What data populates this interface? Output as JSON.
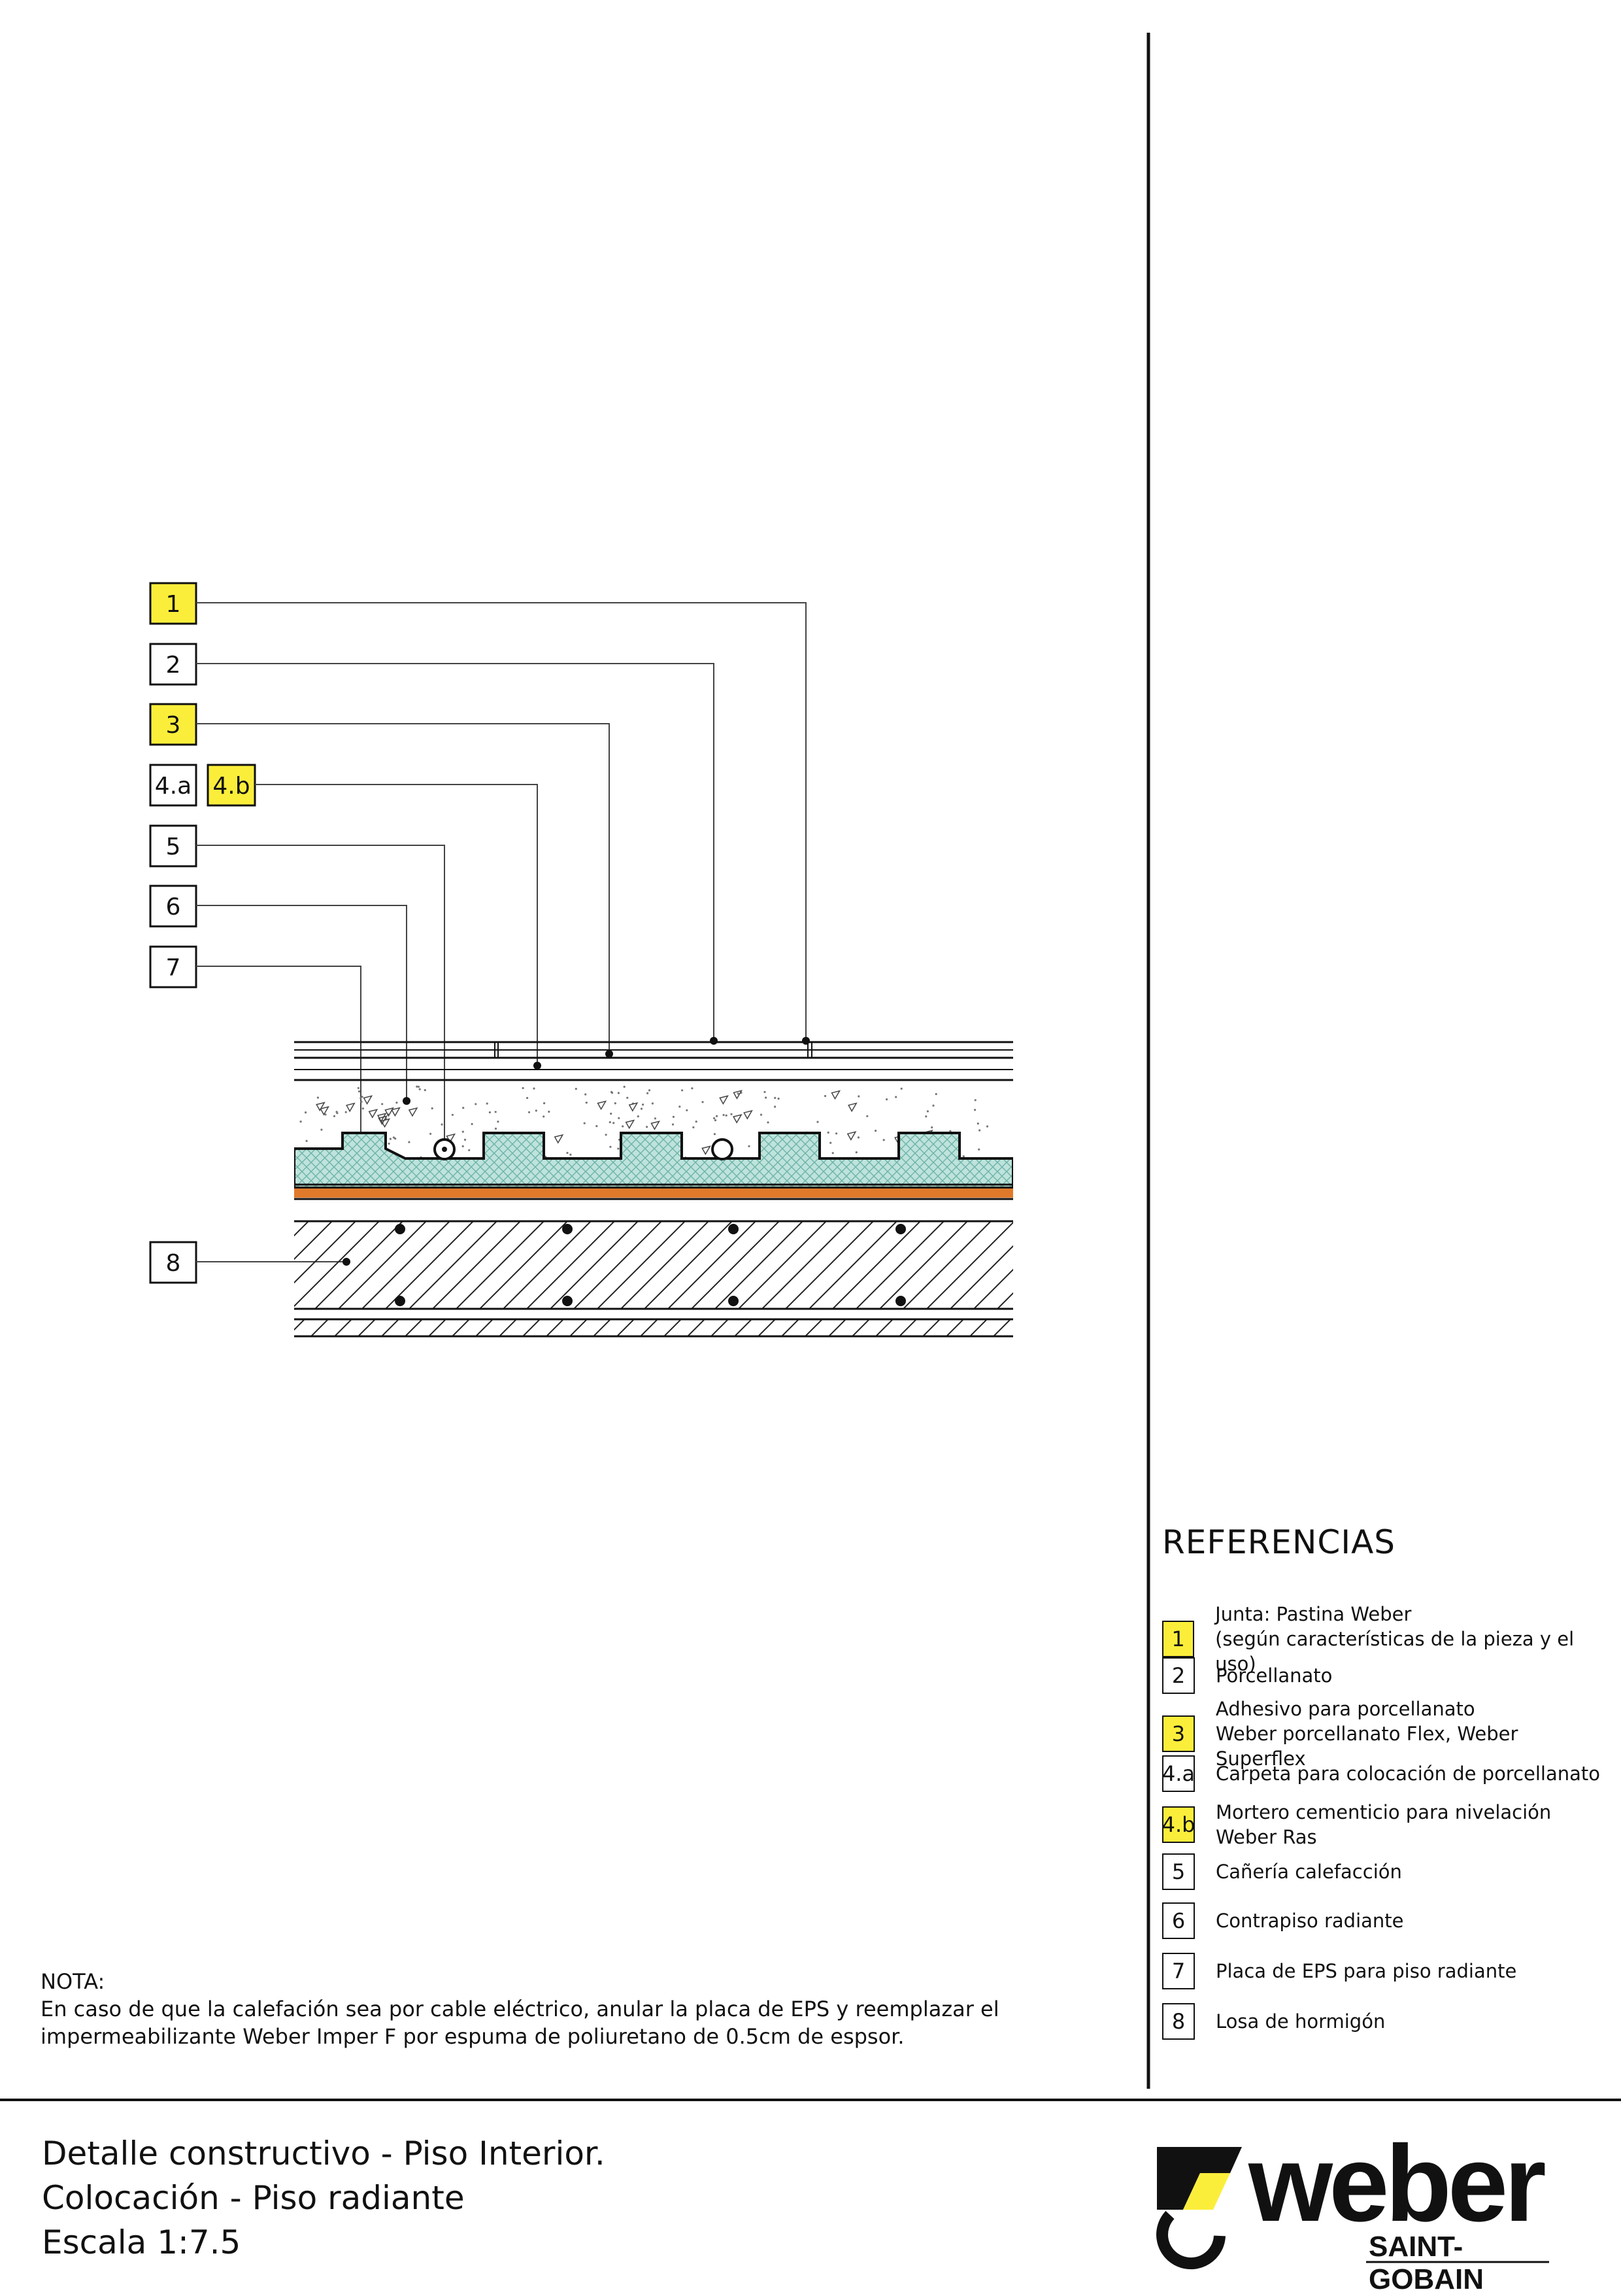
{
  "callouts": [
    {
      "num": "1",
      "highlight": true
    },
    {
      "num": "2",
      "highlight": false
    },
    {
      "num": "3",
      "highlight": true
    },
    {
      "num": "4.a",
      "highlight": false
    },
    {
      "num": "4.b",
      "highlight": true
    },
    {
      "num": "5",
      "highlight": false
    },
    {
      "num": "6",
      "highlight": false
    },
    {
      "num": "7",
      "highlight": false
    },
    {
      "num": "8",
      "highlight": false
    }
  ],
  "references": {
    "heading": "REFERENCIAS",
    "items": [
      {
        "num": "1",
        "highlight": true,
        "line1": "Junta: Pastina Weber",
        "line2": "(según características de la pieza y el uso)"
      },
      {
        "num": "2",
        "highlight": false,
        "line1": "Porcellanato",
        "line2": ""
      },
      {
        "num": "3",
        "highlight": true,
        "line1": "Adhesivo para porcellanato",
        "line2": "Weber porcellanato Flex, Weber Superflex"
      },
      {
        "num": "4.a",
        "highlight": false,
        "line1": "Carpeta para colocación de porcellanato",
        "line2": ""
      },
      {
        "num": "4.b",
        "highlight": true,
        "line1": "Mortero cementicio para nivelación",
        "line2": "Weber Ras"
      },
      {
        "num": "5",
        "highlight": false,
        "line1": "Cañería calefacción",
        "line2": ""
      },
      {
        "num": "6",
        "highlight": false,
        "line1": "Contrapiso radiante",
        "line2": ""
      },
      {
        "num": "7",
        "highlight": false,
        "line1": "Placa de EPS para piso radiante",
        "line2": ""
      },
      {
        "num": "8",
        "highlight": false,
        "line1": "Losa de hormigón",
        "line2": ""
      }
    ]
  },
  "note": {
    "label": "NOTA:",
    "line1": "En caso de que la calefación sea por cable eléctrico, anular la placa  de EPS y reemplazar el",
    "line2": "impermeabilizante Weber Imper F por espuma de poliuretano de 0.5cm de espsor."
  },
  "title_block": {
    "line1": "Detalle constructivo - Piso Interior.",
    "line2": "Colocación - Piso radiante",
    "line3": "Escala 1:7.5"
  },
  "logo": {
    "word": "weber",
    "sub": "SAINT-GOBAIN"
  },
  "colors": {
    "highlight": "#fbee3b",
    "eps_fill": "#bfe3dc",
    "eps_hatch": "#6fb5ab",
    "membrane": "#e07a2a",
    "line": "#111111"
  }
}
